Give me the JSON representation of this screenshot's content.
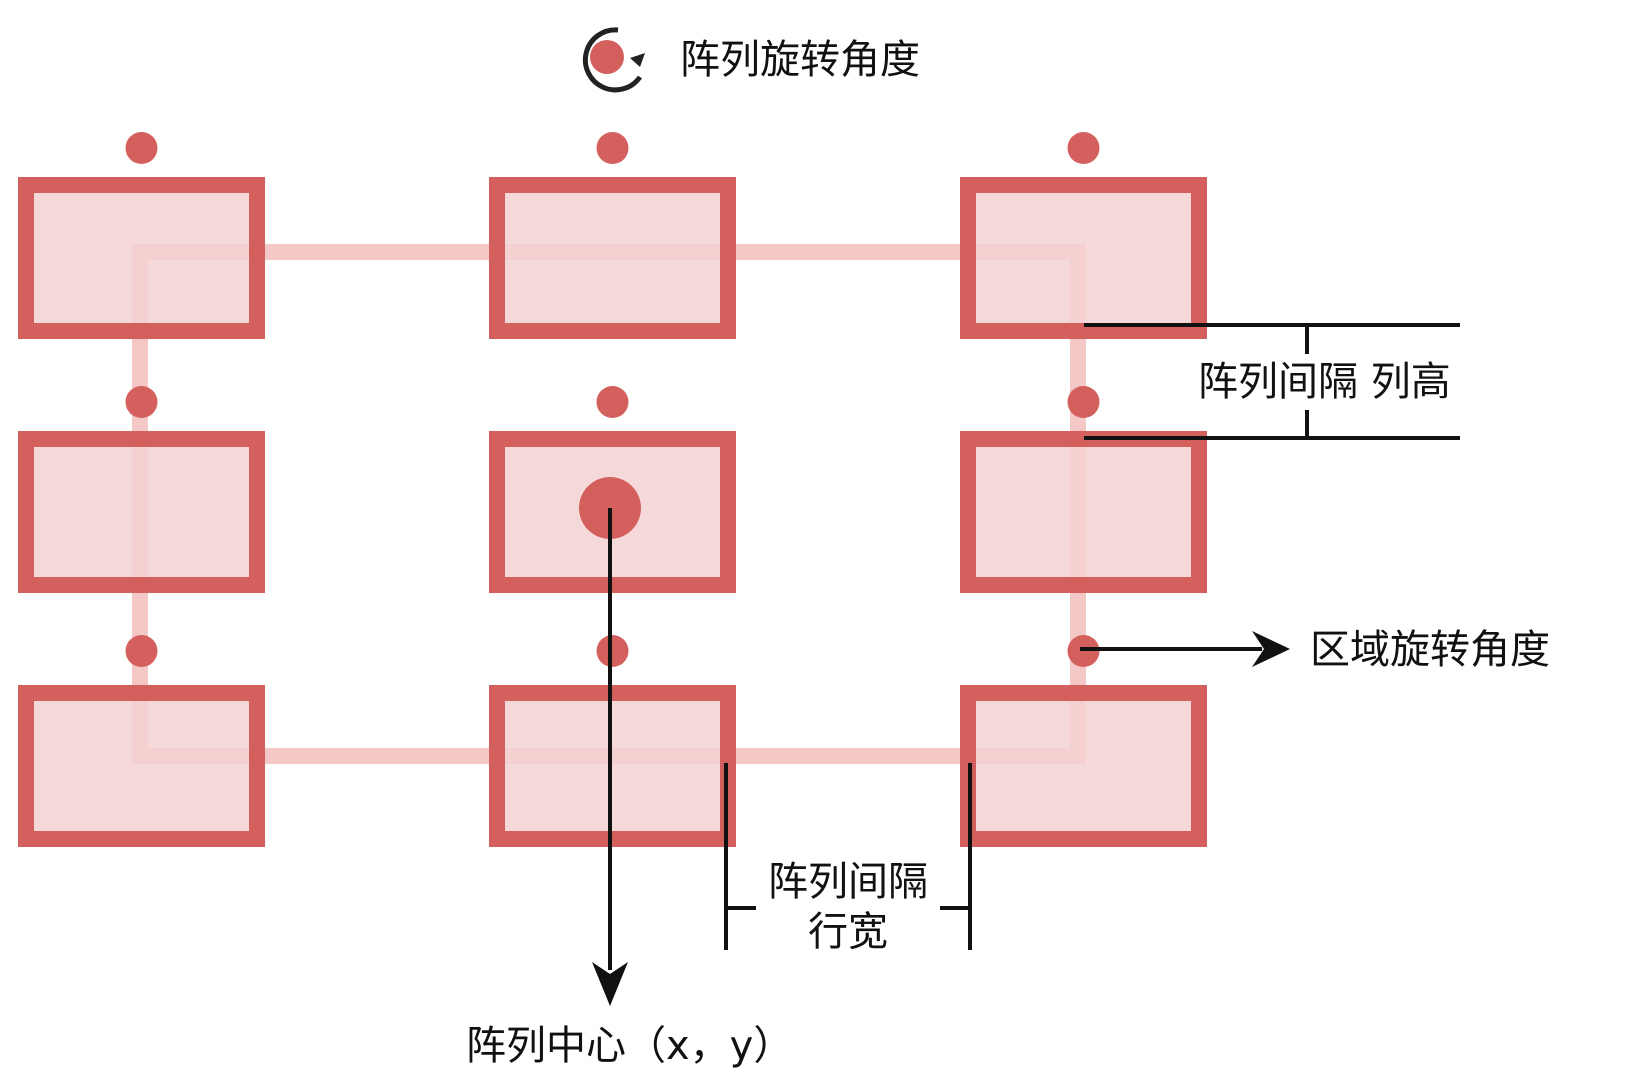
{
  "colors": {
    "accent": "#d4605e",
    "fill": "#f3d1d1",
    "frame": "#f3c8c6",
    "line": "#111111"
  },
  "icons": [
    "rotate-icon",
    "arrow-down-icon",
    "arrow-right-icon"
  ],
  "labels": {
    "array_rotation": "阵列旋转角度",
    "row_spacing": "阵列间隔 列高",
    "region_rotation": "区域旋转角度",
    "col_spacing_line1": "阵列间隔",
    "col_spacing_line2": "行宽",
    "array_center": "阵列中心（x，y）"
  },
  "grid": {
    "rows": 3,
    "cols": 3
  }
}
